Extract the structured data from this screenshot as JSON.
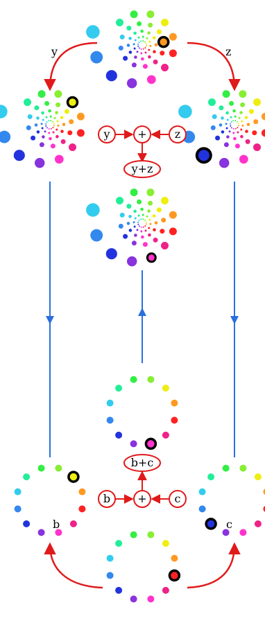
{
  "labels": {
    "y_top": "y",
    "z_top": "z",
    "b_bottom": "b",
    "c_bottom": "c"
  },
  "top_op": {
    "left": "y",
    "op": "+",
    "right": "z",
    "result": "y+z"
  },
  "bottom_op": {
    "left": "b",
    "op": "+",
    "right": "c",
    "result": "b+c"
  },
  "colors": {
    "red_arrow": "#e01a1a",
    "blue_arrow": "#2a6fe0",
    "ring": [
      "#33ee44",
      "#88ee33",
      "#eeee11",
      "#ff9922",
      "#ff2222",
      "#ee2288",
      "#ff33cc",
      "#8833dd",
      "#2233dd",
      "#3388ee",
      "#33ccee",
      "#22ee99"
    ]
  }
}
